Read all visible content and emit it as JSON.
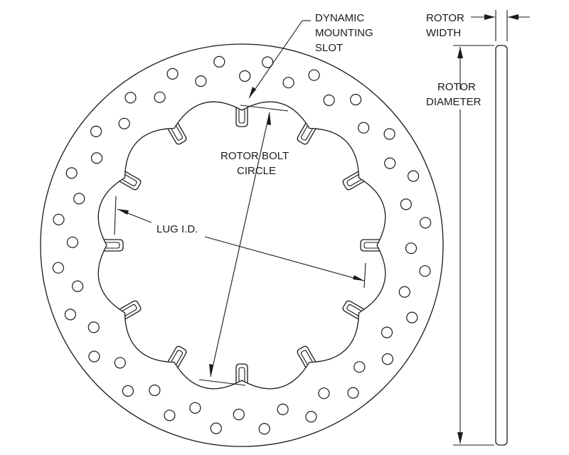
{
  "labels": {
    "dynamic_mounting_slot": [
      "DYNAMIC",
      "MOUNTING",
      "SLOT"
    ],
    "rotor_width": [
      "ROTOR",
      "WIDTH"
    ],
    "rotor_diameter": [
      "ROTOR",
      "DIAMETER"
    ],
    "rotor_bolt_circle": [
      "ROTOR BOLT",
      "CIRCLE"
    ],
    "lug_id": "LUG I.D."
  },
  "colors": {
    "line": "#1a1a1a",
    "background": "#ffffff"
  }
}
